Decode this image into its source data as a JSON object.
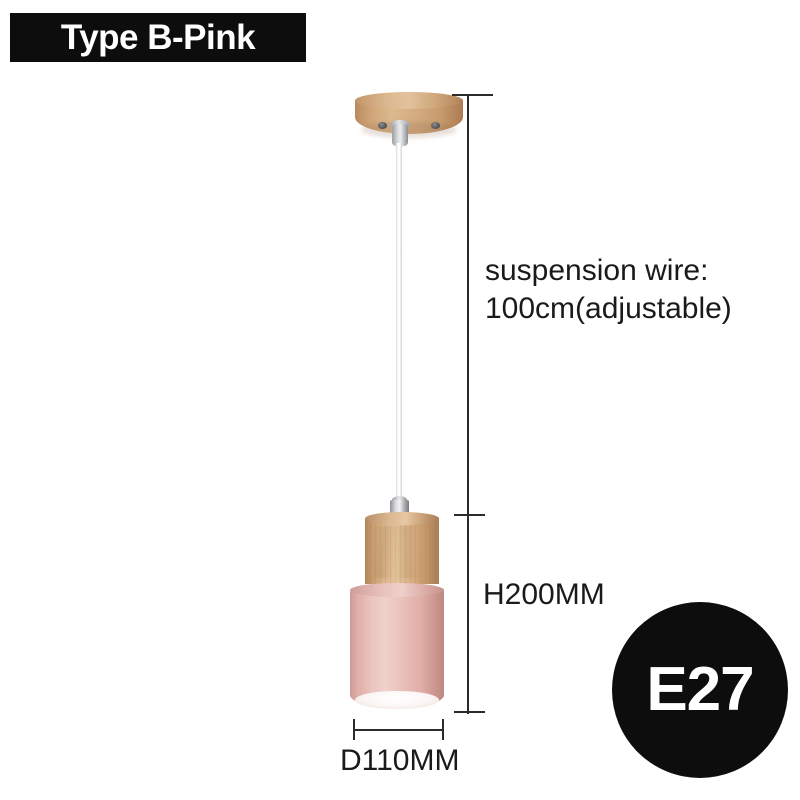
{
  "product": {
    "type_label": "Type B-Pink",
    "socket_badge": "E27"
  },
  "dimensions": {
    "suspension_wire_line1": "suspension wire:",
    "suspension_wire_line2": "100cm(adjustable)",
    "height_label": "H200MM",
    "diameter_label": "D110MM"
  },
  "colors": {
    "banner_background": "#0d0d0d",
    "banner_text": "#ffffff",
    "shade_pink": "#e9c2bd",
    "wood_tan": "#d9b288",
    "wire_white": "#ffffff",
    "dimension_line": "#2b2b2b",
    "badge_background": "#0d0d0d"
  },
  "parts": {
    "canopy": "wooden-ceiling-canopy",
    "wire": "suspension-wire",
    "wood_body": "wood-cylinder-body",
    "shade": "pink-lamp-shade",
    "connector": "chrome-connector"
  }
}
